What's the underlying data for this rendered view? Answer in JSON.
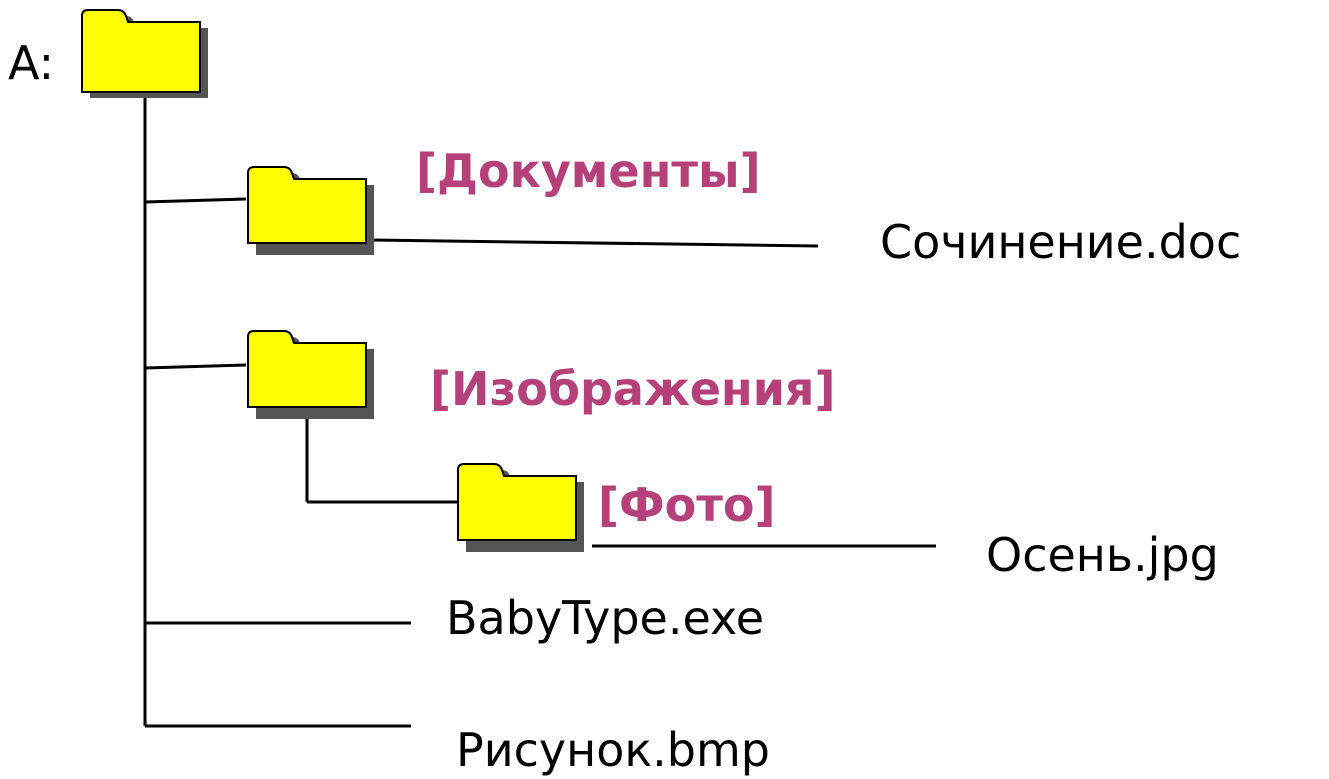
{
  "drive": {
    "label": "A:"
  },
  "folders": {
    "documents": {
      "label": "[Документы]"
    },
    "images": {
      "label": "[Изображения]"
    },
    "photo": {
      "label": "[Фото]"
    }
  },
  "files": {
    "essay": {
      "label": "Сочинение.doc"
    },
    "autumn": {
      "label": "Осень.jpg"
    },
    "babytype": {
      "label": "BabyType.exe"
    },
    "picture": {
      "label": "Рисунок.bmp"
    }
  },
  "colors": {
    "folder_fill": "#ffff00",
    "folder_shadow": "#555555",
    "folder_label": "#b5407a",
    "line": "#000000",
    "text": "#000000"
  }
}
